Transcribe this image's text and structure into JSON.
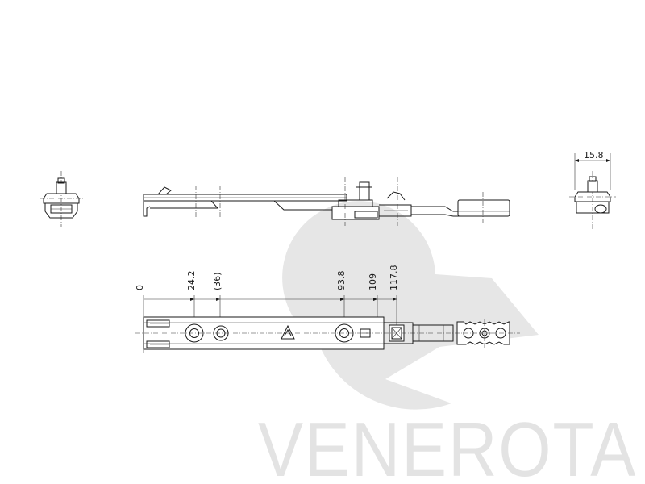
{
  "watermark": {
    "brand": "VENEROTA",
    "color": "#e3e3e3"
  },
  "dimensions": {
    "width_label": "15.8",
    "positions": [
      "0",
      "24.2",
      "(36)",
      "93.8",
      "109",
      "117.8"
    ]
  }
}
